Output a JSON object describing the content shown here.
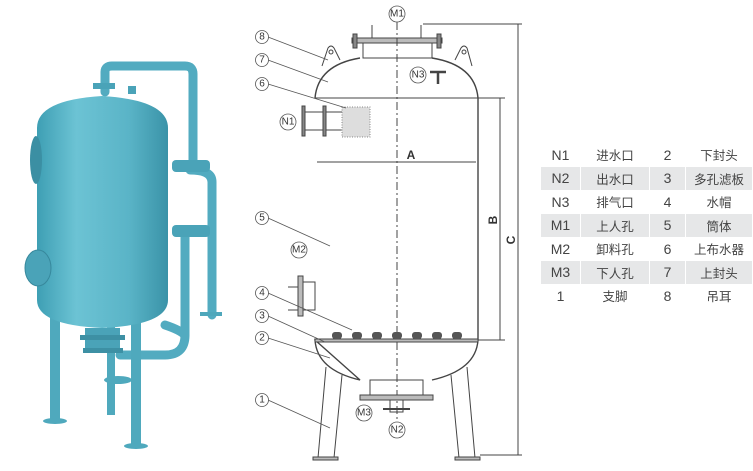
{
  "colors": {
    "vessel": "#5bb6c9",
    "vessel_dark": "#3f98ad",
    "line": "#444444",
    "row_alt": "#e6e7e8"
  },
  "drawing": {
    "callouts": [
      "1",
      "2",
      "3",
      "4",
      "5",
      "6",
      "7",
      "8"
    ],
    "nozzles": {
      "M1": "M1",
      "M2": "M2",
      "M3": "M3",
      "N1": "N1",
      "N2": "N2",
      "N3": "N3"
    },
    "dimensions": {
      "A": "A",
      "B": "B",
      "C": "C"
    }
  },
  "legend": {
    "rows": [
      {
        "code": "N1",
        "name": "进水口",
        "num": "2",
        "part": "下封头"
      },
      {
        "code": "N2",
        "name": "出水口",
        "num": "3",
        "part": "多孔滤板"
      },
      {
        "code": "N3",
        "name": "排气口",
        "num": "4",
        "part": "水帽"
      },
      {
        "code": "M1",
        "name": "上人孔",
        "num": "5",
        "part": "筒体"
      },
      {
        "code": "M2",
        "name": "卸料孔",
        "num": "6",
        "part": "上布水器"
      },
      {
        "code": "M3",
        "name": "下人孔",
        "num": "7",
        "part": "上封头"
      },
      {
        "code": "1",
        "name": "支脚",
        "num": "8",
        "part": "吊耳"
      }
    ]
  }
}
